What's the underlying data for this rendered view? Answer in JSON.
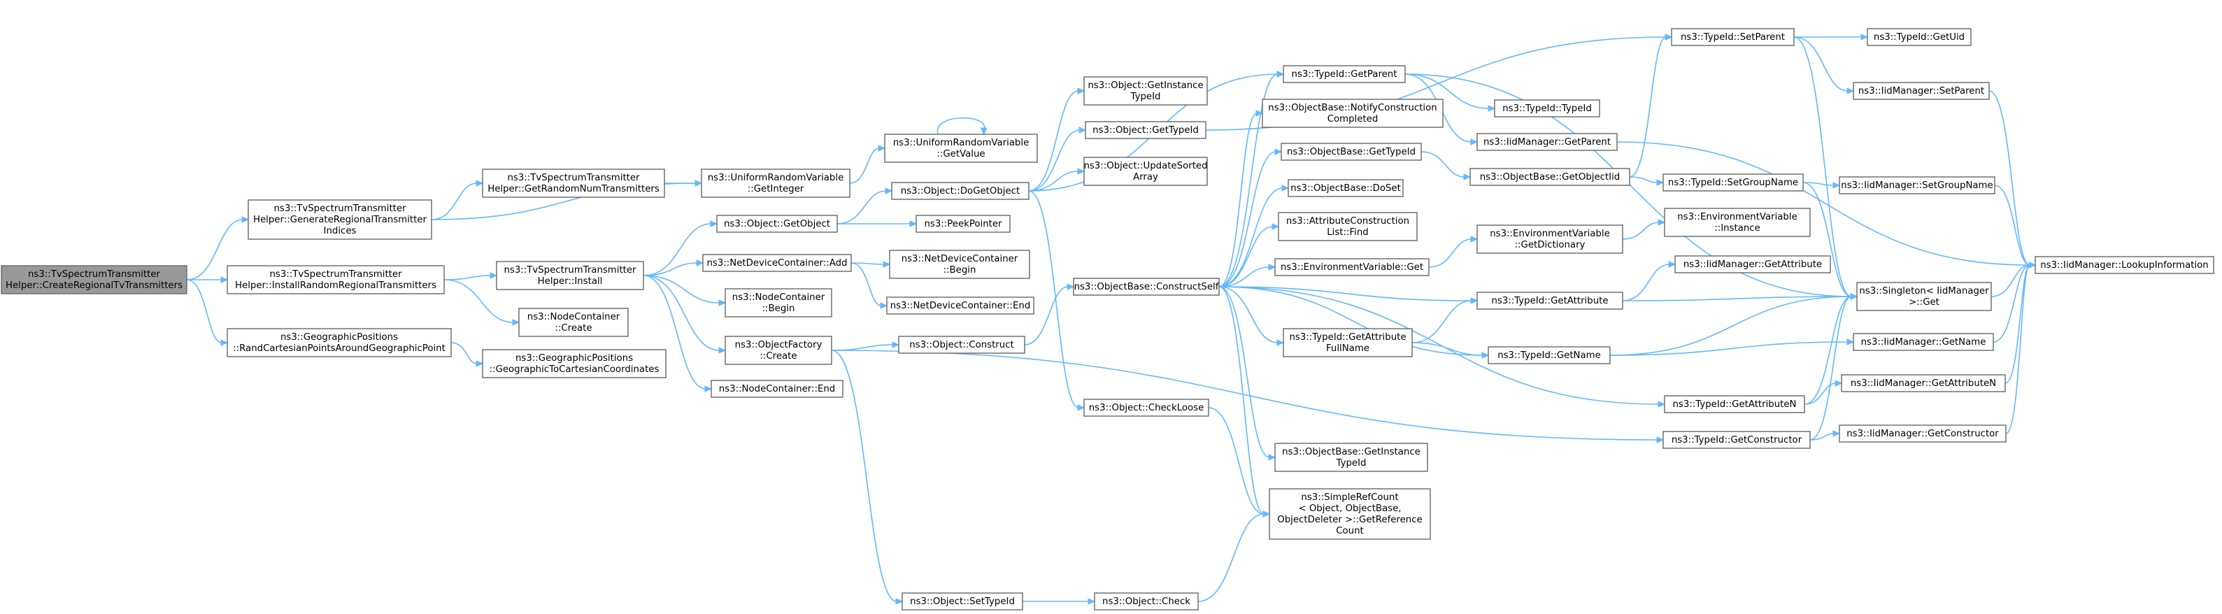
{
  "diagram": {
    "type": "call-graph",
    "root": "n_root",
    "nodes": [
      {
        "id": "n_root",
        "lines": [
          "ns3::TvSpectrumTransmitter",
          "Helper::CreateRegionalTvTransmitters"
        ],
        "root": true
      },
      {
        "id": "n_genreg",
        "lines": [
          "ns3::TvSpectrumTransmitter",
          "Helper::GenerateRegionalTransmitter",
          "Indices"
        ]
      },
      {
        "id": "n_instrand",
        "lines": [
          "ns3::TvSpectrumTransmitter",
          "Helper::InstallRandomRegionalTransmitters"
        ]
      },
      {
        "id": "n_randcart",
        "lines": [
          "ns3::GeographicPositions",
          "::RandCartesianPointsAroundGeographicPoint"
        ]
      },
      {
        "id": "n_getrandnum",
        "lines": [
          "ns3::TvSpectrumTransmitter",
          "Helper::GetRandomNumTransmitters"
        ]
      },
      {
        "id": "n_urv_getint",
        "lines": [
          "ns3::UniformRandomVariable",
          "::GetInteger"
        ]
      },
      {
        "id": "n_urv_getval",
        "lines": [
          "ns3::UniformRandomVariable",
          "::GetValue"
        ]
      },
      {
        "id": "n_install",
        "lines": [
          "ns3::TvSpectrumTransmitter",
          "Helper::Install"
        ]
      },
      {
        "id": "n_nc_create",
        "lines": [
          "ns3::NodeContainer",
          "::Create"
        ]
      },
      {
        "id": "n_geo2cart",
        "lines": [
          "ns3::GeographicPositions",
          "::GeographicToCartesianCoordinates"
        ]
      },
      {
        "id": "n_getobject",
        "lines": [
          "ns3::Object::GetObject"
        ]
      },
      {
        "id": "n_ndc_add",
        "lines": [
          "ns3::NetDeviceContainer::Add"
        ]
      },
      {
        "id": "n_nc_begin",
        "lines": [
          "ns3::NodeContainer",
          "::Begin"
        ]
      },
      {
        "id": "n_of_create",
        "lines": [
          "ns3::ObjectFactory",
          "::Create"
        ]
      },
      {
        "id": "n_nc_end",
        "lines": [
          "ns3::NodeContainer::End"
        ]
      },
      {
        "id": "n_ndc_begin",
        "lines": [
          "ns3::NetDeviceContainer",
          "::Begin"
        ]
      },
      {
        "id": "n_ndc_end",
        "lines": [
          "ns3::NetDeviceContainer::End"
        ]
      },
      {
        "id": "n_dogetobject",
        "lines": [
          "ns3::Object::DoGetObject"
        ]
      },
      {
        "id": "n_peekpointer",
        "lines": [
          "ns3::PeekPointer"
        ]
      },
      {
        "id": "n_obj_construct",
        "lines": [
          "ns3::Object::Construct"
        ]
      },
      {
        "id": "n_settypeid",
        "lines": [
          "ns3::Object::SetTypeId"
        ]
      },
      {
        "id": "n_getinsttid",
        "lines": [
          "ns3::Object::GetInstance",
          "TypeId"
        ]
      },
      {
        "id": "n_obj_gettypeid",
        "lines": [
          "ns3::Object::GetTypeId"
        ]
      },
      {
        "id": "n_updsorted",
        "lines": [
          "ns3::Object::UpdateSorted",
          "Array"
        ]
      },
      {
        "id": "n_constructself",
        "lines": [
          "ns3::ObjectBase::ConstructSelf"
        ]
      },
      {
        "id": "n_checkloose",
        "lines": [
          "ns3::Object::CheckLoose"
        ]
      },
      {
        "id": "n_check",
        "lines": [
          "ns3::Object::Check"
        ]
      },
      {
        "id": "n_tid_getparent",
        "lines": [
          "ns3::TypeId::GetParent"
        ]
      },
      {
        "id": "n_ob_notify",
        "lines": [
          "ns3::ObjectBase::NotifyConstruction",
          "Completed"
        ]
      },
      {
        "id": "n_ob_gettypeid",
        "lines": [
          "ns3::ObjectBase::GetTypeId"
        ]
      },
      {
        "id": "n_ob_doset",
        "lines": [
          "ns3::ObjectBase::DoSet"
        ]
      },
      {
        "id": "n_acl_find",
        "lines": [
          "ns3::AttributeConstruction",
          "List::Find"
        ]
      },
      {
        "id": "n_env_get",
        "lines": [
          "ns3::EnvironmentVariable::Get"
        ]
      },
      {
        "id": "n_tid_getattrfull",
        "lines": [
          "ns3::TypeId::GetAttribute",
          "FullName"
        ]
      },
      {
        "id": "n_ob_getinsttid",
        "lines": [
          "ns3::ObjectBase::GetInstance",
          "TypeId"
        ]
      },
      {
        "id": "n_simplerefcount",
        "lines": [
          "ns3::SimpleRefCount",
          "< Object, ObjectBase,",
          "ObjectDeleter >::GetReference",
          "Count"
        ]
      },
      {
        "id": "n_tid_typeid",
        "lines": [
          "ns3::TypeId::TypeId"
        ]
      },
      {
        "id": "n_iid_getparent",
        "lines": [
          "ns3::IidManager::GetParent"
        ]
      },
      {
        "id": "n_ob_getobjtid",
        "lines": [
          "ns3::ObjectBase::GetObjectIid"
        ]
      },
      {
        "id": "n_env_getdict",
        "lines": [
          "ns3::EnvironmentVariable",
          "::GetDictionary"
        ]
      },
      {
        "id": "n_tid_getattr",
        "lines": [
          "ns3::TypeId::GetAttribute"
        ]
      },
      {
        "id": "n_tid_getname",
        "lines": [
          "ns3::TypeId::GetName"
        ]
      },
      {
        "id": "n_tid_setparent",
        "lines": [
          "ns3::TypeId::SetParent"
        ]
      },
      {
        "id": "n_tid_setgroup",
        "lines": [
          "ns3::TypeId::SetGroupName"
        ]
      },
      {
        "id": "n_env_instance",
        "lines": [
          "ns3::EnvironmentVariable",
          "::Instance"
        ]
      },
      {
        "id": "n_iid_getattr",
        "lines": [
          "ns3::IidManager::GetAttribute"
        ]
      },
      {
        "id": "n_tid_getattrn",
        "lines": [
          "ns3::TypeId::GetAttributeN"
        ]
      },
      {
        "id": "n_tid_getctor",
        "lines": [
          "ns3::TypeId::GetConstructor"
        ]
      },
      {
        "id": "n_tid_getuid",
        "lines": [
          "ns3::TypeId::GetUid"
        ]
      },
      {
        "id": "n_iid_setparent",
        "lines": [
          "ns3::IidManager::SetParent"
        ]
      },
      {
        "id": "n_iid_setgroup",
        "lines": [
          "ns3::IidManager::SetGroupName"
        ]
      },
      {
        "id": "n_singleton",
        "lines": [
          "ns3::Singleton< IidManager",
          ">::Get"
        ]
      },
      {
        "id": "n_iid_getname",
        "lines": [
          "ns3::IidManager::GetName"
        ]
      },
      {
        "id": "n_iid_getattrn",
        "lines": [
          "ns3::IidManager::GetAttributeN"
        ]
      },
      {
        "id": "n_iid_getctor",
        "lines": [
          "ns3::IidManager::GetConstructor"
        ]
      },
      {
        "id": "n_iid_lookup",
        "lines": [
          "ns3::IidManager::LookupInformation"
        ]
      }
    ],
    "edges": [
      [
        "n_root",
        "n_genreg"
      ],
      [
        "n_root",
        "n_instrand"
      ],
      [
        "n_root",
        "n_randcart"
      ],
      [
        "n_genreg",
        "n_getrandnum"
      ],
      [
        "n_genreg",
        "n_urv_getint"
      ],
      [
        "n_getrandnum",
        "n_urv_getint"
      ],
      [
        "n_urv_getint",
        "n_urv_getval"
      ],
      [
        "n_urv_getval",
        "n_urv_getval"
      ],
      [
        "n_instrand",
        "n_install"
      ],
      [
        "n_instrand",
        "n_nc_create"
      ],
      [
        "n_randcart",
        "n_geo2cart"
      ],
      [
        "n_install",
        "n_getobject"
      ],
      [
        "n_install",
        "n_ndc_add"
      ],
      [
        "n_install",
        "n_nc_begin"
      ],
      [
        "n_install",
        "n_of_create"
      ],
      [
        "n_install",
        "n_nc_end"
      ],
      [
        "n_getobject",
        "n_dogetobject"
      ],
      [
        "n_getobject",
        "n_peekpointer"
      ],
      [
        "n_ndc_add",
        "n_ndc_begin"
      ],
      [
        "n_ndc_add",
        "n_ndc_end"
      ],
      [
        "n_of_create",
        "n_obj_construct"
      ],
      [
        "n_of_create",
        "n_settypeid"
      ],
      [
        "n_of_create",
        "n_tid_getctor"
      ],
      [
        "n_dogetobject",
        "n_getinsttid"
      ],
      [
        "n_dogetobject",
        "n_obj_gettypeid"
      ],
      [
        "n_dogetobject",
        "n_updsorted"
      ],
      [
        "n_dogetobject",
        "n_checkloose"
      ],
      [
        "n_dogetobject",
        "n_tid_getparent"
      ],
      [
        "n_obj_construct",
        "n_constructself"
      ],
      [
        "n_settypeid",
        "n_check"
      ],
      [
        "n_check",
        "n_simplerefcount"
      ],
      [
        "n_checkloose",
        "n_simplerefcount"
      ],
      [
        "n_obj_gettypeid",
        "n_tid_setparent"
      ],
      [
        "n_constructself",
        "n_tid_getparent"
      ],
      [
        "n_constructself",
        "n_ob_notify"
      ],
      [
        "n_constructself",
        "n_ob_gettypeid"
      ],
      [
        "n_constructself",
        "n_ob_doset"
      ],
      [
        "n_constructself",
        "n_acl_find"
      ],
      [
        "n_constructself",
        "n_env_get"
      ],
      [
        "n_constructself",
        "n_tid_getattrfull"
      ],
      [
        "n_constructself",
        "n_tid_getattr"
      ],
      [
        "n_constructself",
        "n_tid_getname"
      ],
      [
        "n_constructself",
        "n_tid_getattrn"
      ],
      [
        "n_constructself",
        "n_ob_getinsttid"
      ],
      [
        "n_constructself",
        "n_simplerefcount"
      ],
      [
        "n_tid_getparent",
        "n_tid_typeid"
      ],
      [
        "n_tid_getparent",
        "n_iid_getparent"
      ],
      [
        "n_tid_getparent",
        "n_singleton"
      ],
      [
        "n_iid_getparent",
        "n_iid_lookup"
      ],
      [
        "n_ob_gettypeid",
        "n_ob_getobjtid"
      ],
      [
        "n_ob_getobjtid",
        "n_tid_setparent"
      ],
      [
        "n_ob_getobjtid",
        "n_tid_setgroup"
      ],
      [
        "n_env_get",
        "n_env_getdict"
      ],
      [
        "n_env_getdict",
        "n_env_instance"
      ],
      [
        "n_tid_getattrfull",
        "n_tid_getattr"
      ],
      [
        "n_tid_getattrfull",
        "n_tid_getname"
      ],
      [
        "n_tid_getattr",
        "n_iid_getattr"
      ],
      [
        "n_tid_getattr",
        "n_singleton"
      ],
      [
        "n_tid_getname",
        "n_singleton"
      ],
      [
        "n_tid_getname",
        "n_iid_getname"
      ],
      [
        "n_tid_getattrn",
        "n_singleton"
      ],
      [
        "n_tid_getattrn",
        "n_iid_getattrn"
      ],
      [
        "n_tid_getctor",
        "n_singleton"
      ],
      [
        "n_tid_getctor",
        "n_iid_getctor"
      ],
      [
        "n_tid_setparent",
        "n_tid_getuid"
      ],
      [
        "n_tid_setparent",
        "n_iid_setparent"
      ],
      [
        "n_tid_setparent",
        "n_singleton"
      ],
      [
        "n_tid_setgroup",
        "n_iid_setgroup"
      ],
      [
        "n_tid_setgroup",
        "n_singleton"
      ],
      [
        "n_iid_setparent",
        "n_iid_lookup"
      ],
      [
        "n_iid_setgroup",
        "n_iid_lookup"
      ],
      [
        "n_singleton",
        "n_iid_lookup"
      ],
      [
        "n_iid_getname",
        "n_iid_lookup"
      ],
      [
        "n_iid_getattrn",
        "n_iid_lookup"
      ],
      [
        "n_iid_getctor",
        "n_iid_lookup"
      ]
    ],
    "colors": {
      "edge": "#63b8ff",
      "node_border": "#666666",
      "root_fill": "#999999",
      "node_fill": "#ffffff"
    }
  }
}
